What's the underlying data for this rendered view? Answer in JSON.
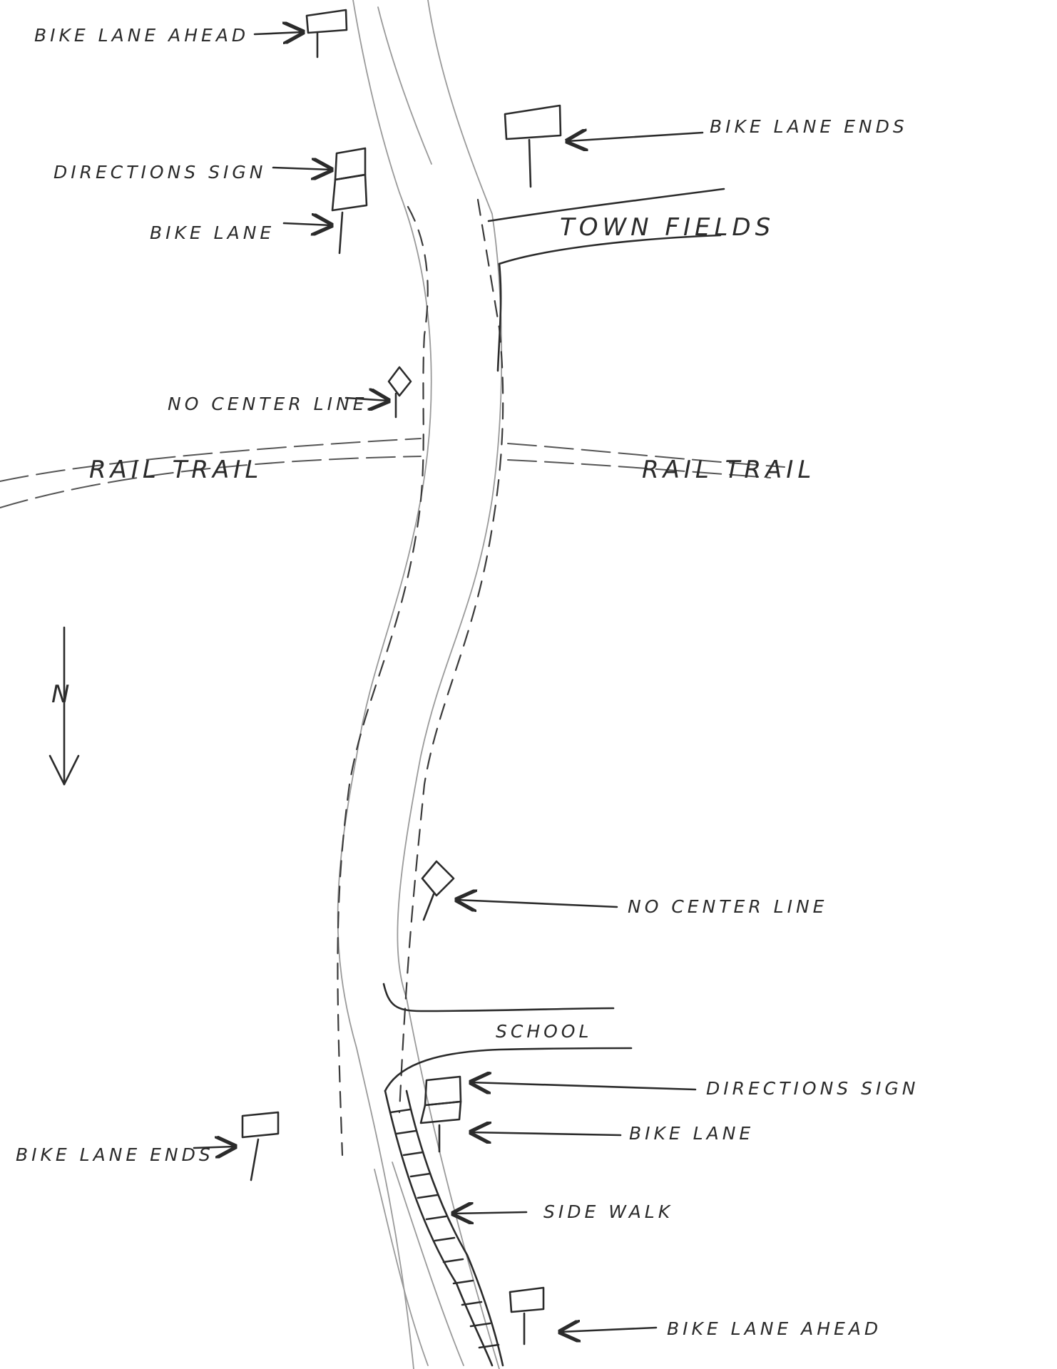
{
  "labels": {
    "bike_lane_ahead_top": "BIKE LANE AHEAD",
    "directions_sign_top": "DIRECTIONS SIGN",
    "bike_lane_top": "BIKE LANE",
    "bike_lane_ends_top": "BIKE LANE ENDS",
    "town_fields": "TOWN FIELDS",
    "no_center_line_top": "NO CENTER LINE",
    "rail_trail_left": "RAIL TRAIL",
    "rail_trail_right": "RAIL TRAIL",
    "north": "N",
    "no_center_line_bottom": "NO CENTER LINE",
    "school": "SCHOOL",
    "directions_sign_bottom": "DIRECTIONS SIGN",
    "bike_lane_bottom": "BIKE LANE",
    "bike_lane_ends_bottom": "BIKE LANE ENDS",
    "side_walk": "SIDE WALK",
    "bike_lane_ahead_bottom": "BIKE LANE AHEAD"
  }
}
